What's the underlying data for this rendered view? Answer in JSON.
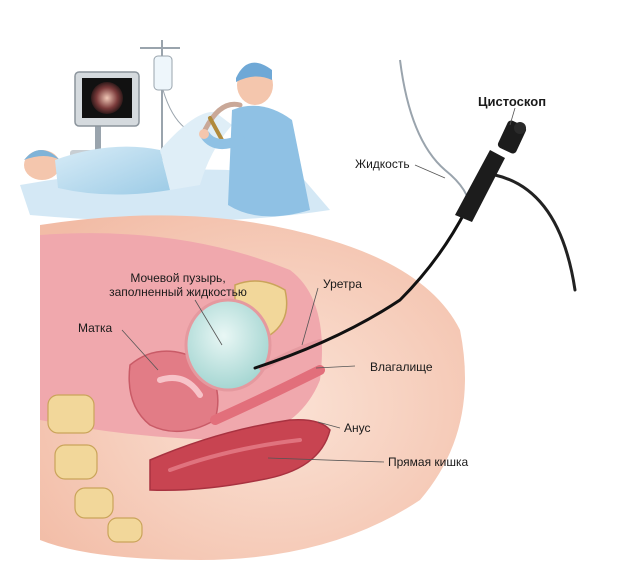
{
  "labels": {
    "cystoscope": "Цистоскоп",
    "fluid": "Жидкость",
    "bladder_line1": "Мочевой пузырь,",
    "bladder_line2": "заполненный жидкостью",
    "uterus": "Матка",
    "urethra": "Уретра",
    "vagina": "Влагалище",
    "anus": "Анус",
    "rectum": "Прямая кишка"
  },
  "colors": {
    "skin": "#f6cbb8",
    "tissue_pink": "#e98f98",
    "bladder": "#bfe5e2",
    "rectum": "#c84451",
    "bone": "#f2d79a",
    "scope": "#111111",
    "gown": "#a9d3ec"
  }
}
